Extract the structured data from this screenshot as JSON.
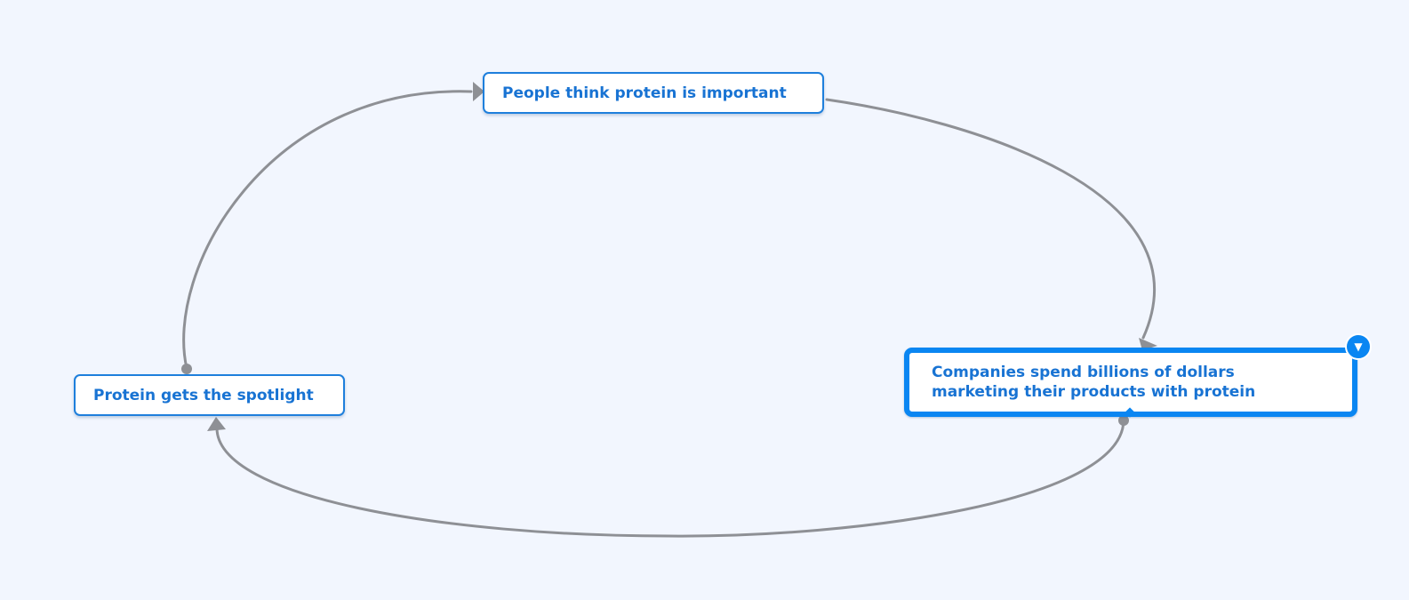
{
  "diagram": {
    "nodes": {
      "people": {
        "label": "People think protein is important"
      },
      "companies": {
        "label": "Companies spend billions of dollars\nmarketing their products with protein"
      },
      "spotlight": {
        "label": "Protein gets the spotlight"
      }
    },
    "connections": [
      {
        "from": "People think protein is important",
        "to": "Companies spend billions of dollars marketing their products with protein"
      },
      {
        "from": "Companies spend billions of dollars marketing their products with protein",
        "to": "Protein gets the spotlight"
      },
      {
        "from": "Protein gets the spotlight",
        "to": "People think protein is important"
      }
    ],
    "selected_node": "companies",
    "toggle_icon": "triangle-down-icon",
    "colors": {
      "background": "#f2f6fe",
      "node_border": "#1e7fdc",
      "node_text": "#1873d3",
      "selected_border": "#0a86f2",
      "connector": "#8e9095"
    }
  }
}
